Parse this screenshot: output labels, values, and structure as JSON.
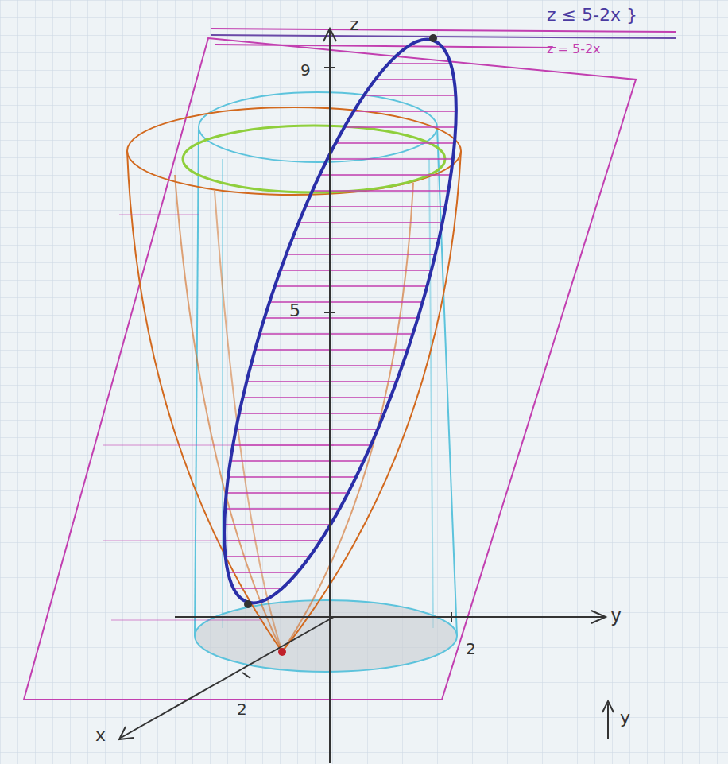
{
  "diagram": {
    "labels": [
      "z",
      "z ≤ 5-2x }",
      "z = 5-2x",
      "9",
      "5",
      "y",
      "2",
      "2",
      "x",
      "y"
    ]
  }
}
